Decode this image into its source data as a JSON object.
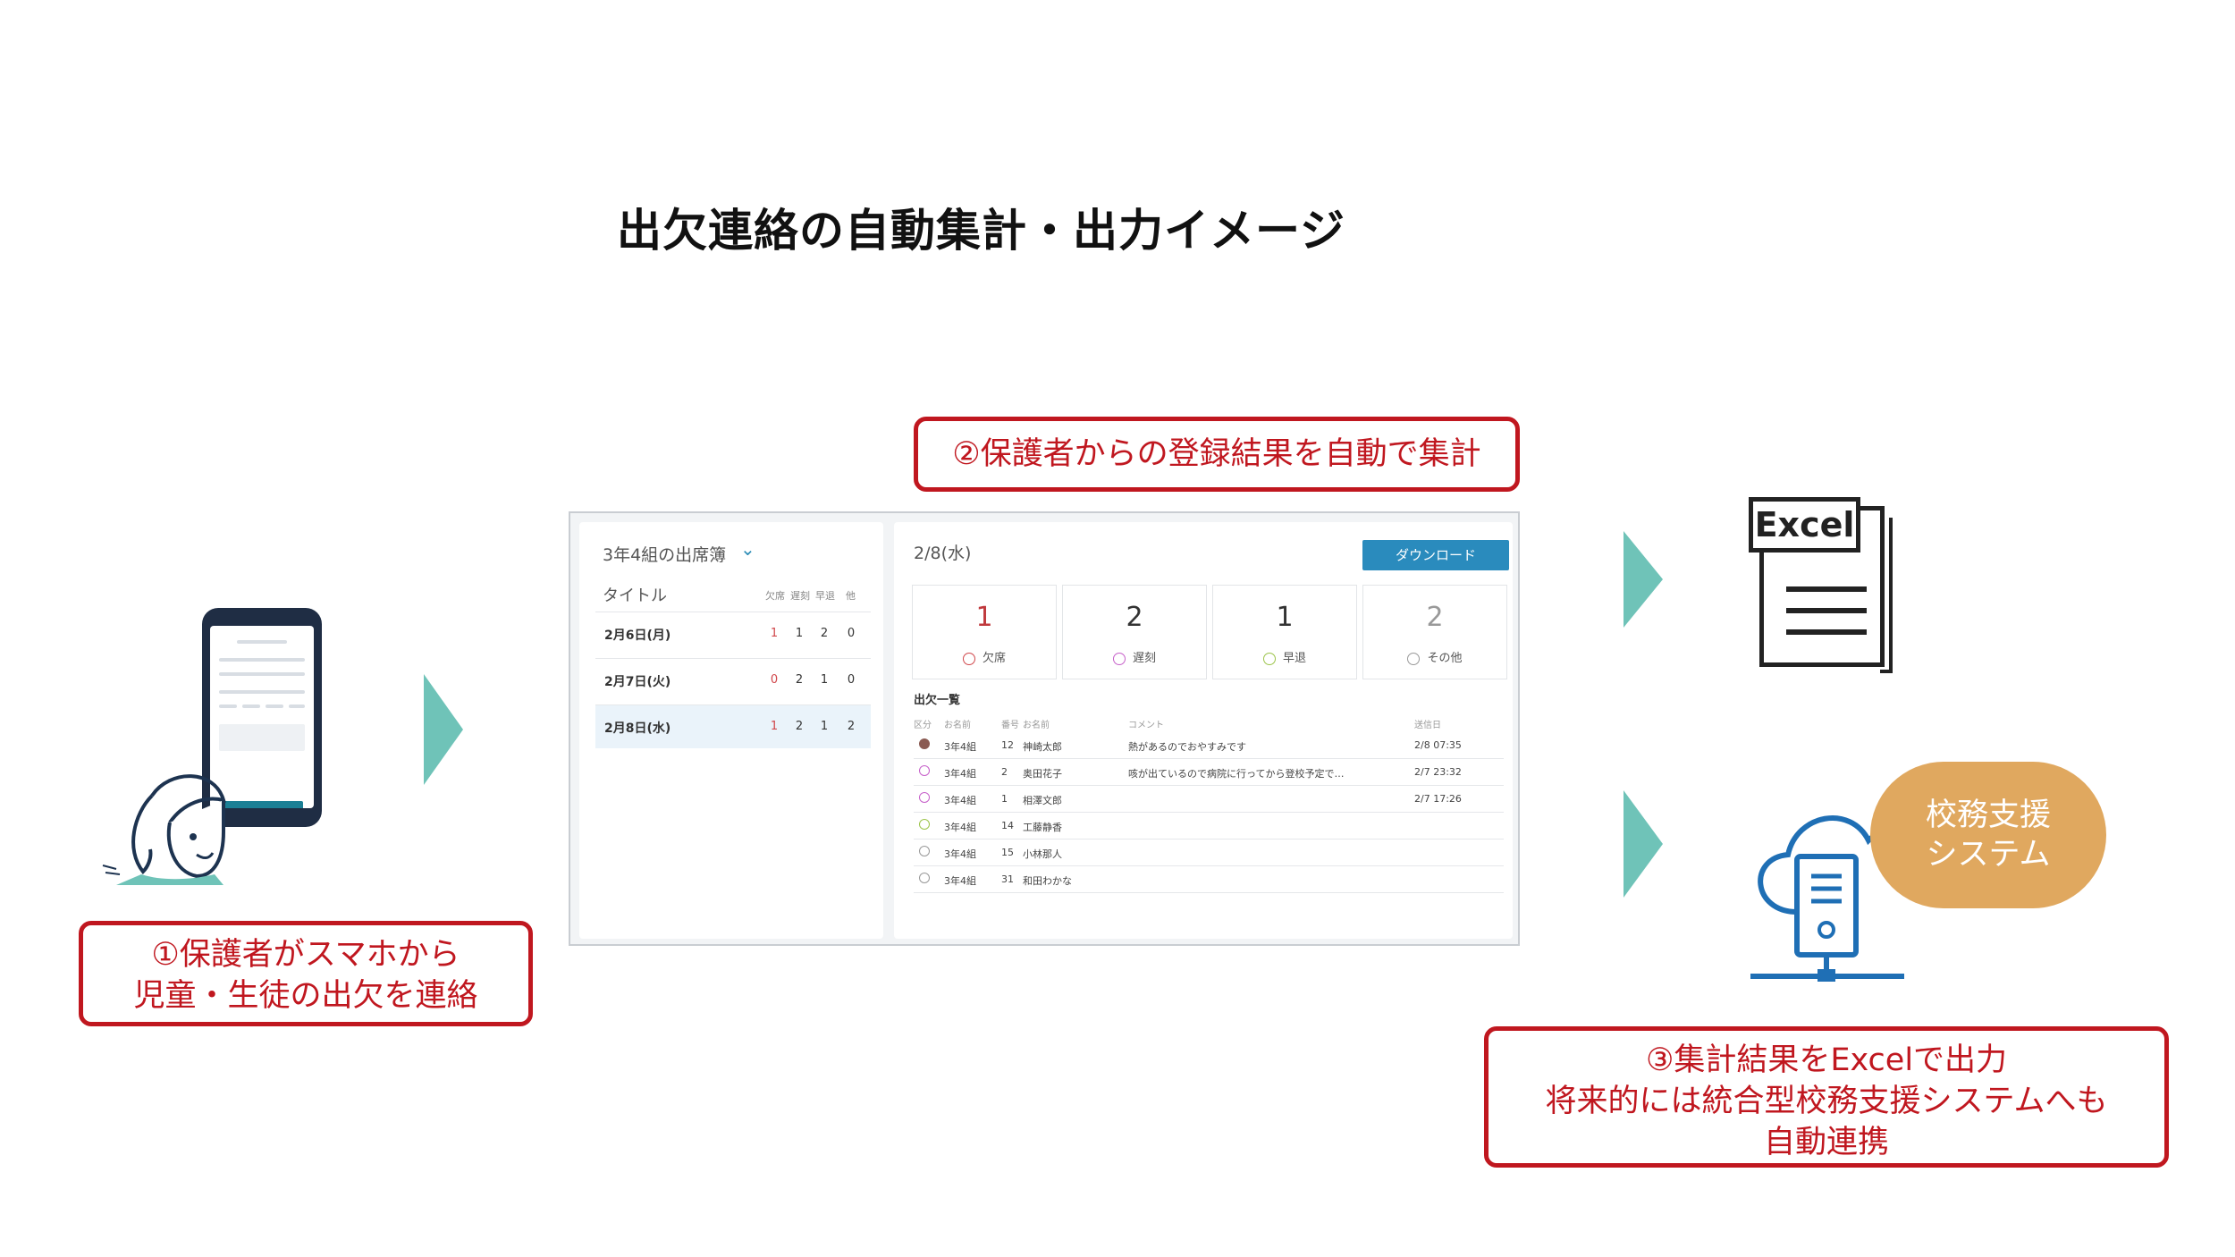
{
  "title": "出欠連絡の自動集計・出力イメージ",
  "callouts": {
    "step1": [
      "①保護者がスマホから",
      "児童・生徒の出欠を連絡"
    ],
    "step2": "②保護者からの登録結果を自動で集計",
    "step3": [
      "③集計結果をExcelで出力",
      "将来的には統合型校務支援システムへも",
      "自動連携"
    ]
  },
  "app": {
    "class_title": "3年4組の出席簿",
    "list_header": "タイトル",
    "columns": [
      "欠席",
      "遅刻",
      "早退",
      "他"
    ],
    "days": [
      {
        "date": "2月6日(月)",
        "counts": [
          "1",
          "1",
          "2",
          "0"
        ]
      },
      {
        "date": "2月7日(火)",
        "counts": [
          "0",
          "2",
          "1",
          "0"
        ]
      },
      {
        "date": "2月8日(水)",
        "counts": [
          "1",
          "2",
          "1",
          "2"
        ]
      }
    ],
    "selected_date": "2/8(水)",
    "download_label": "ダウンロード",
    "stats": [
      {
        "value": "1",
        "label": "欠席"
      },
      {
        "value": "2",
        "label": "遅刻"
      },
      {
        "value": "1",
        "label": "早退"
      },
      {
        "value": "2",
        "label": "その他"
      }
    ],
    "list_title": "出欠一覧",
    "list_columns": [
      "区分",
      "お名前",
      "番号",
      "お名前",
      "コメント",
      "送信日"
    ],
    "rows": [
      {
        "class": "3年4組",
        "no": "12",
        "name": "神崎太郎",
        "comment": "熱があるのでおやすみです",
        "sent": "2/8 07:35"
      },
      {
        "class": "3年4組",
        "no": "2",
        "name": "奥田花子",
        "comment": "咳が出ているので病院に行ってから登校予定で…",
        "sent": "2/7 23:32"
      },
      {
        "class": "3年4組",
        "no": "1",
        "name": "相澤文郎",
        "comment": "",
        "sent": "2/7 17:26"
      },
      {
        "class": "3年4組",
        "no": "14",
        "name": "工藤静香",
        "comment": "",
        "sent": ""
      },
      {
        "class": "3年4組",
        "no": "15",
        "name": "小林那人",
        "comment": "",
        "sent": ""
      },
      {
        "class": "3年4組",
        "no": "31",
        "name": "和田わかな",
        "comment": "",
        "sent": ""
      }
    ]
  },
  "excel_label": "Excel",
  "system_bubble": [
    "校務支援",
    "システム"
  ],
  "colors": {
    "callout_border": "#c0171f",
    "arrow": "#6fc3b8",
    "bubble": "#e0a85f",
    "accent": "#2a8bbd"
  }
}
